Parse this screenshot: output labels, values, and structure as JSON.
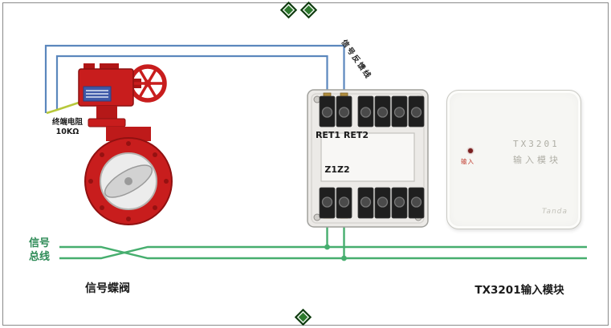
{
  "labels": {
    "terminal_resistor": "终端电阻",
    "terminal_resistor_value": "10KΩ",
    "signal_feedback_wire": "信号反馈线",
    "ret_terminals": "RET1 RET2",
    "z_terminals": "Z1Z2",
    "signal_bus_line1": "信号",
    "signal_bus_line2": "总线",
    "valve_caption": "信号蝶阀",
    "module_caption": "TX3201输入模块"
  },
  "module": {
    "model": "TX3201",
    "name": "输入模块",
    "input_label": "输入",
    "brand": "Tanda"
  },
  "colors": {
    "wire_blue": "#5b87bd",
    "wire_green": "#46ae6e",
    "wire_ground": "#b7c83b",
    "valve_red": "#c81d1d",
    "bus_text_green": "#2e8b57",
    "ornament_green": "#2d7a2d"
  }
}
